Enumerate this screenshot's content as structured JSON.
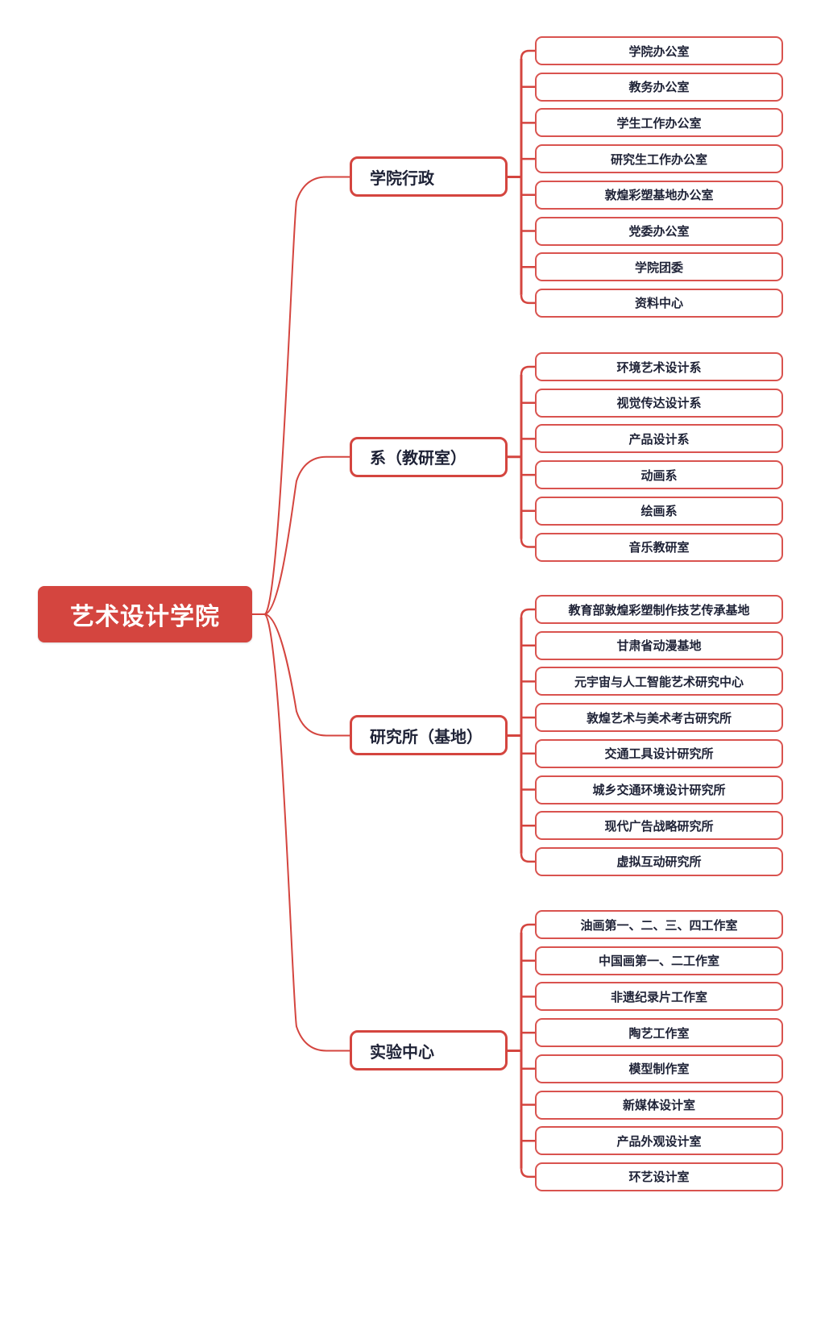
{
  "diagram": {
    "type": "mind-map",
    "accent_color": "#d4453f",
    "text_color": "#1e2236",
    "root": {
      "label": "艺术设计学院"
    },
    "branches": [
      {
        "label": "学院行政",
        "children": [
          "学院办公室",
          "教务办公室",
          "学生工作办公室",
          "研究生工作办公室",
          "敦煌彩塑基地办公室",
          "党委办公室",
          "学院团委",
          "资料中心"
        ]
      },
      {
        "label": "系（教研室）",
        "children": [
          "环境艺术设计系",
          "视觉传达设计系",
          "产品设计系",
          "动画系",
          "绘画系",
          "音乐教研室"
        ]
      },
      {
        "label": "研究所（基地）",
        "children": [
          "教育部敦煌彩塑制作技艺传承基地",
          "甘肃省动漫基地",
          "元宇宙与人工智能艺术研究中心",
          "敦煌艺术与美术考古研究所",
          "交通工具设计研究所",
          "城乡交通环境设计研究所",
          "现代广告战略研究所",
          "虚拟互动研究所"
        ]
      },
      {
        "label": "实验中心",
        "children": [
          "油画第一、二、三、四工作室",
          "中国画第一、二工作室",
          "非遗纪录片工作室",
          "陶艺工作室",
          "模型制作室",
          "新媒体设计室",
          "产品外观设计室",
          "环艺设计室"
        ]
      }
    ]
  }
}
